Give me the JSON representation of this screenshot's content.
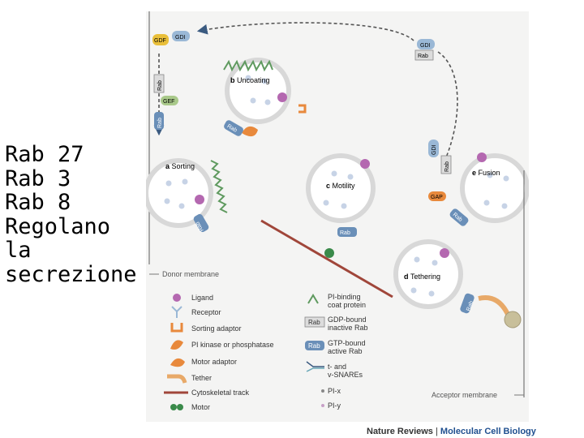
{
  "side_text": [
    "Rab 27",
    "Rab 3",
    "Rab 8",
    "Regolano",
    "la",
    "secrezione"
  ],
  "figure": {
    "panels": {
      "a": "Sorting",
      "b": "Uncoating",
      "c": "Motility",
      "d": "Tethering",
      "e": "Fusion"
    },
    "donor_membrane": "Donor membrane",
    "acceptor_membrane": "Acceptor membrane",
    "chips": {
      "gdf": "GDF",
      "gdi": "GDI",
      "rab": "Rab",
      "gef": "GEF",
      "gap": "GAP"
    },
    "legend_left": [
      "Ligand",
      "Receptor",
      "Sorting adaptor",
      "PI kinase or phosphatase",
      "Motor adaptor",
      "Tether",
      "Cytoskeletal track",
      "Motor"
    ],
    "legend_right": [
      {
        "line1": "PI-binding",
        "line2": "coat protein"
      },
      {
        "line1": "GDP-bound",
        "line2": "inactive Rab",
        "badge": "Rab"
      },
      {
        "line1": "GTP-bound",
        "line2": "active Rab",
        "badge": "Rab"
      },
      {
        "line1": "t- and",
        "line2": "v-SNAREs"
      },
      {
        "line1": "PI-x"
      },
      {
        "line1": "PI-y"
      }
    ]
  },
  "credit": {
    "publisher": "Nature Reviews",
    "separator": " | ",
    "journal": "Molecular Cell Biology"
  },
  "colors": {
    "rab_badge": "#6a8fb8",
    "gdi": "#9ab8d6",
    "gdf": "#e9bf3a",
    "gef": "#a9c98a",
    "gap": "#e8893c",
    "coat": "#5f9a5f",
    "ligand": "#b468b0",
    "track": "#a0463a"
  }
}
